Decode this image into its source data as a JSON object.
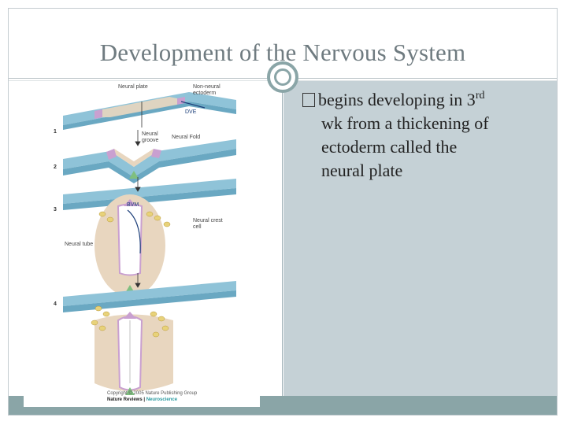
{
  "slide": {
    "title": "Development of the Nervous System",
    "bullet": {
      "text_line1": "begins developing in 3",
      "superscript": "rd",
      "text_line2": "wk from a thickening of",
      "text_line3": "ectoderm called the",
      "text_line4": "neural plate"
    }
  },
  "figure": {
    "labels": {
      "neural_plate": "Neural plate",
      "non_neural_ectoderm": "Non-neural ectoderm",
      "dve": "DVE",
      "neural_groove": "Neural groove",
      "neural_fold": "Neural Fold",
      "bvm": "BVM",
      "neural_crest_cell": "Neural crest cell",
      "neural_tube": "Neural tube"
    },
    "steps": [
      "1",
      "2",
      "3",
      "4"
    ],
    "copyright": "Copyright © 2005 Nature Publishing Group",
    "journal": "Nature Reviews",
    "journal_section": "Neuroscience",
    "journal_sep": " | "
  },
  "colors": {
    "title": "#6f7b80",
    "panel": "#c5d1d6",
    "accent": "#8aa5a7",
    "ectoderm": "#8fc3d8",
    "neural_plate": "#e8d6bf",
    "fold": "#c9a0d0",
    "notochord": "#7fbf7f",
    "crest": "#e8d27a"
  }
}
